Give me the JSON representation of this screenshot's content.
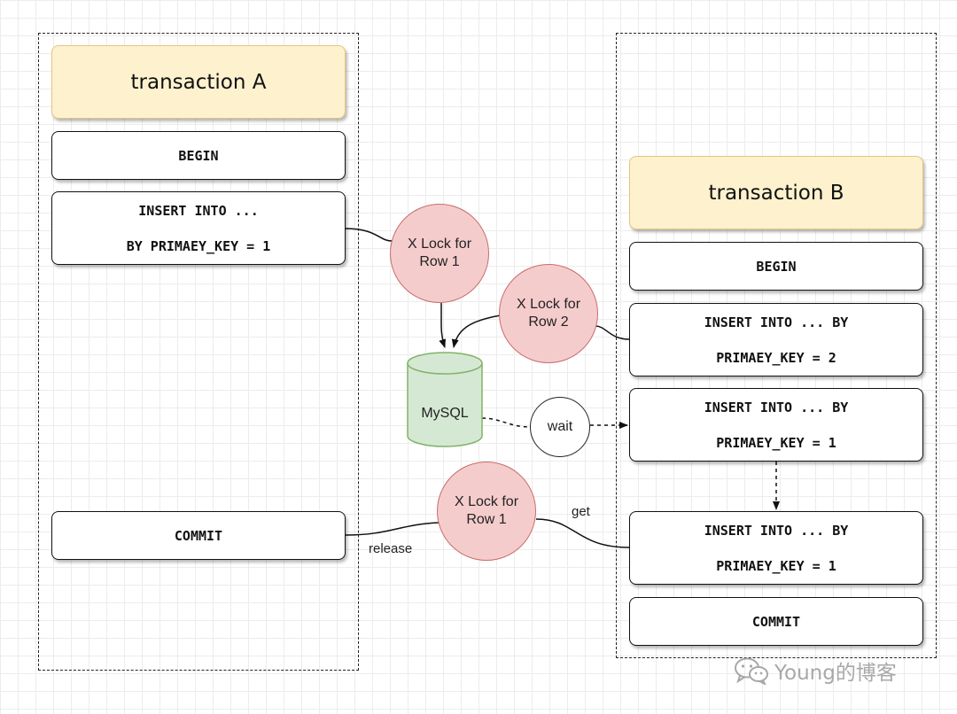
{
  "transaction_a": {
    "title": "transaction A",
    "begin": "BEGIN",
    "insert_line1": "INSERT INTO ...",
    "insert_line2": "BY PRIMAEY_KEY = 1",
    "commit": "COMMIT"
  },
  "transaction_b": {
    "title": "transaction B",
    "begin": "BEGIN",
    "insert1_line1": "INSERT INTO ... BY",
    "insert1_line2": "PRIMAEY_KEY = 2",
    "insert2_line1": "INSERT INTO ... BY",
    "insert2_line2": "PRIMAEY_KEY = 1",
    "insert3_line1": "INSERT INTO ... BY",
    "insert3_line2": "PRIMAEY_KEY = 1",
    "commit": "COMMIT"
  },
  "locks": {
    "lock1_line1": "X Lock for",
    "lock1_line2": "Row 1",
    "lock2_line1": "X Lock for",
    "lock2_line2": "Row 2",
    "lock3_line1": "X Lock for",
    "lock3_line2": "Row 1"
  },
  "database": {
    "label": "MySQL"
  },
  "edges": {
    "wait": "wait",
    "release": "release",
    "get": "get"
  },
  "watermark": {
    "text": "Young的博客",
    "icon": "wechat-icon"
  },
  "colors": {
    "title_fill": "#fdf1ce",
    "lock_fill": "#f5cccc",
    "lock_stroke": "#c96d6d",
    "db_fill": "#d5e8d4",
    "db_stroke": "#82b366"
  }
}
